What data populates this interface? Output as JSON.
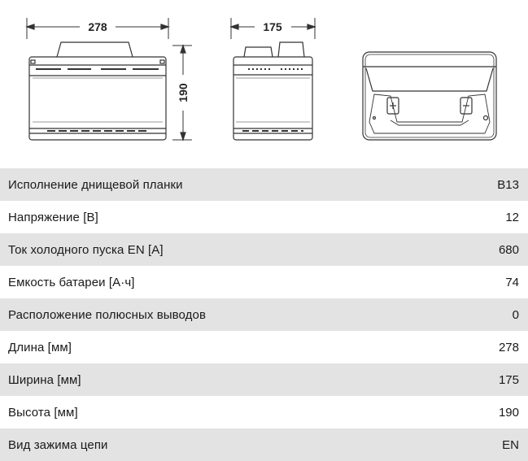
{
  "dimensions": {
    "length": "278",
    "width": "175",
    "height": "190"
  },
  "specs": [
    {
      "label": "Исполнение днищевой планки",
      "value": "B13"
    },
    {
      "label": "Напряжение [В]",
      "value": "12"
    },
    {
      "label": "Ток холодного пуска EN [A]",
      "value": "680"
    },
    {
      "label": "Емкость батареи [А·ч]",
      "value": "74"
    },
    {
      "label": "Расположение полюсных выводов",
      "value": "0"
    },
    {
      "label": "Длина [мм]",
      "value": "278"
    },
    {
      "label": "Ширина [мм]",
      "value": "175"
    },
    {
      "label": "Высота [мм]",
      "value": "190"
    },
    {
      "label": "Вид зажима цепи",
      "value": "EN"
    }
  ],
  "colors": {
    "row_shade": "#e3e3e3",
    "line": "#333333"
  }
}
